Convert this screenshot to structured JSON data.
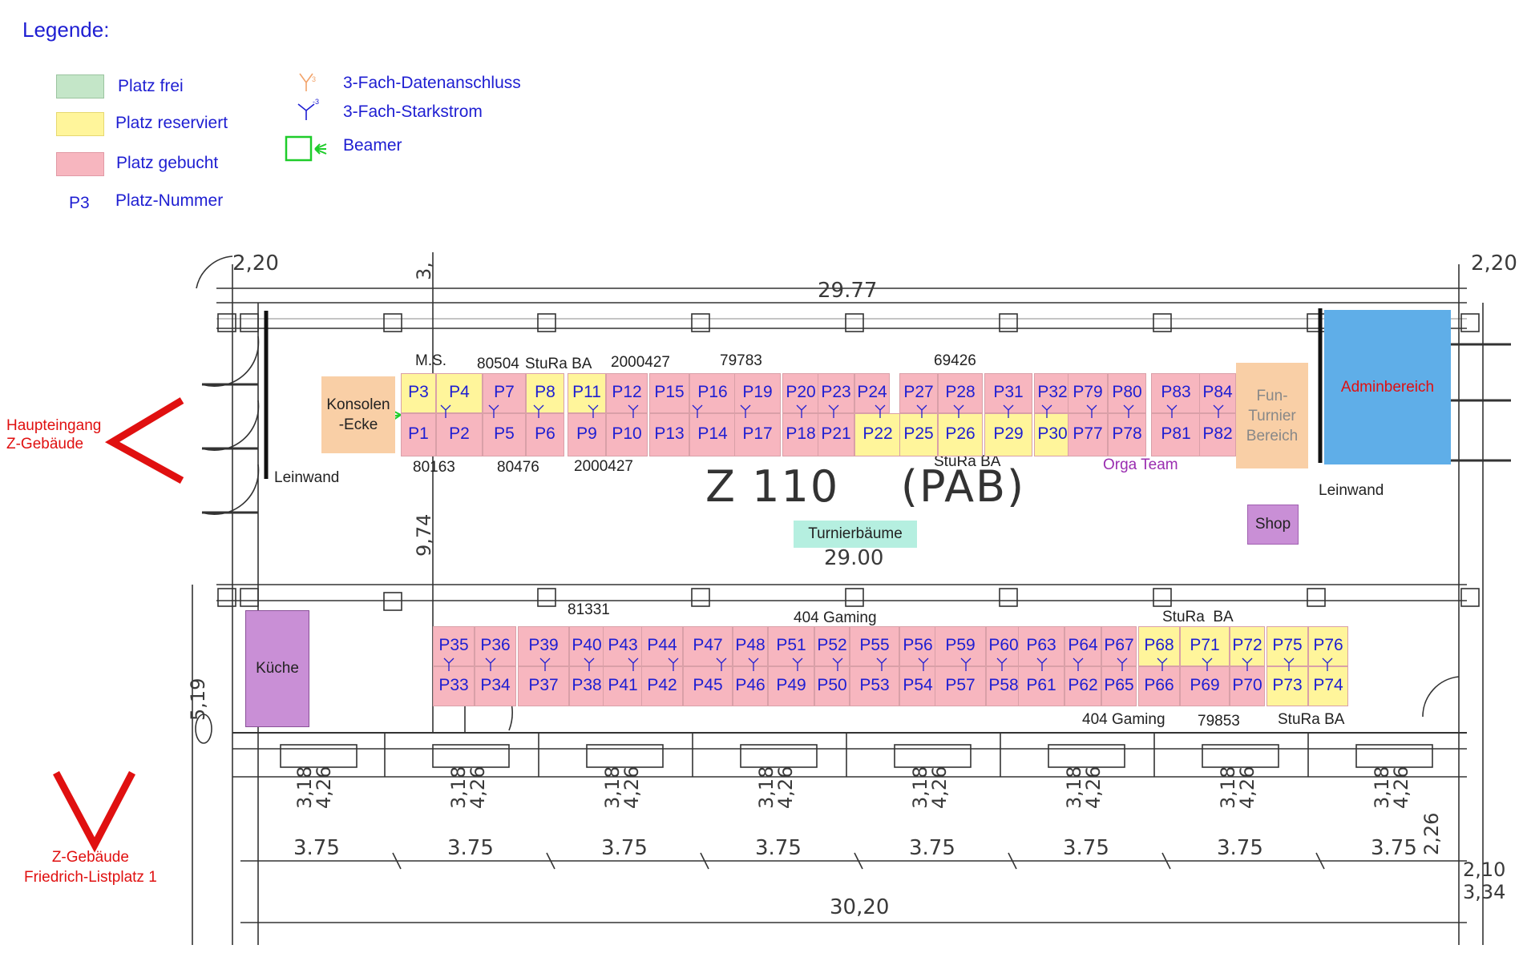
{
  "legend": {
    "title": "Legende:",
    "items": [
      {
        "label": "Platz frei",
        "color": "#c4e6c8"
      },
      {
        "label": "Platz reserviert",
        "color": "#fff59b"
      },
      {
        "label": "Platz gebucht",
        "color": "#f7b6bf"
      },
      {
        "symbol": "P3",
        "label": "Platz-Nummer"
      }
    ],
    "symbols": [
      {
        "icon": "data-port-icon",
        "label": "3-Fach-Datenanschluss"
      },
      {
        "icon": "power-outlet-icon",
        "label": "3-Fach-Starkstrom"
      },
      {
        "icon": "beamer-icon",
        "label": "Beamer"
      }
    ]
  },
  "entrances": {
    "main": "Haupteingang\nZ-Gebäude",
    "building": "Z-Gebäude\nFriedrich-Listplatz 1"
  },
  "room": {
    "name": "Z 110    (PAB)",
    "dims": {
      "top_width": "29.77",
      "inner_width": "29.00",
      "bottom_width": "30,20",
      "depth": "9,74",
      "wall": "5,19",
      "top_left": "2,20",
      "top_right": "2,20",
      "top_small": "3,",
      "right_a": "2,26",
      "right_b": "2,10",
      "right_c": "3,34",
      "window_a": "3,18",
      "window_b": "4,26",
      "bay": "3.75"
    }
  },
  "zones": {
    "konsolen": "Konsolen\n-Ecke",
    "fun": "Fun-\nTurnier\nBereich",
    "admin": "Adminbereich",
    "shop": "Shop",
    "kueche": "Küche",
    "turnier": "Turnierbäume",
    "leinwand_left": "Leinwand",
    "leinwand_right": "Leinwand"
  },
  "annotations": {
    "ms": "M.S.",
    "t1": "80504",
    "t2": "StuRa BA",
    "t3": "2000427",
    "t4": "79783",
    "t5": "69426",
    "b1": "80163",
    "b2": "80476",
    "b3": "2000427",
    "b4": "StuRa BA",
    "orga": "Orga Team",
    "l1": "81331",
    "l2": "404 Gaming",
    "l3": "StuRa  BA",
    "l4": "404 Gaming",
    "l5": "79853",
    "l6": "StuRa BA"
  },
  "seats": [
    {
      "label": "P3",
      "status": "reserviert"
    },
    {
      "label": "P4",
      "status": "reserviert"
    },
    {
      "label": "P7",
      "status": "gebucht"
    },
    {
      "label": "P8",
      "status": "reserviert"
    },
    {
      "label": "P11",
      "status": "reserviert"
    },
    {
      "label": "P12",
      "status": "gebucht"
    },
    {
      "label": "P15",
      "status": "gebucht"
    },
    {
      "label": "P16",
      "status": "gebucht"
    },
    {
      "label": "P19",
      "status": "gebucht"
    },
    {
      "label": "P20",
      "status": "gebucht"
    },
    {
      "label": "P23",
      "status": "gebucht"
    },
    {
      "label": "P24",
      "status": "gebucht"
    },
    {
      "label": "P27",
      "status": "gebucht"
    },
    {
      "label": "P28",
      "status": "gebucht"
    },
    {
      "label": "P31",
      "status": "gebucht"
    },
    {
      "label": "P32",
      "status": "gebucht"
    },
    {
      "label": "P79",
      "status": "gebucht"
    },
    {
      "label": "P80",
      "status": "gebucht"
    },
    {
      "label": "P83",
      "status": "gebucht"
    },
    {
      "label": "P84",
      "status": "gebucht"
    },
    {
      "label": "P1",
      "status": "gebucht"
    },
    {
      "label": "P2",
      "status": "gebucht"
    },
    {
      "label": "P5",
      "status": "gebucht"
    },
    {
      "label": "P6",
      "status": "gebucht"
    },
    {
      "label": "P9",
      "status": "gebucht"
    },
    {
      "label": "P10",
      "status": "gebucht"
    },
    {
      "label": "P13",
      "status": "gebucht"
    },
    {
      "label": "P14",
      "status": "gebucht"
    },
    {
      "label": "P17",
      "status": "gebucht"
    },
    {
      "label": "P18",
      "status": "gebucht"
    },
    {
      "label": "P21",
      "status": "gebucht"
    },
    {
      "label": "P22",
      "status": "reserviert"
    },
    {
      "label": "P25",
      "status": "reserviert"
    },
    {
      "label": "P26",
      "status": "reserviert"
    },
    {
      "label": "P29",
      "status": "reserviert"
    },
    {
      "label": "P30",
      "status": "reserviert"
    },
    {
      "label": "P77",
      "status": "gebucht"
    },
    {
      "label": "P78",
      "status": "gebucht"
    },
    {
      "label": "P81",
      "status": "gebucht"
    },
    {
      "label": "P82",
      "status": "gebucht"
    },
    {
      "label": "P35",
      "status": "gebucht"
    },
    {
      "label": "P36",
      "status": "gebucht"
    },
    {
      "label": "P39",
      "status": "gebucht"
    },
    {
      "label": "P40",
      "status": "gebucht"
    },
    {
      "label": "P43",
      "status": "gebucht"
    },
    {
      "label": "P44",
      "status": "gebucht"
    },
    {
      "label": "P47",
      "status": "gebucht"
    },
    {
      "label": "P48",
      "status": "gebucht"
    },
    {
      "label": "P51",
      "status": "gebucht"
    },
    {
      "label": "P52",
      "status": "gebucht"
    },
    {
      "label": "P55",
      "status": "gebucht"
    },
    {
      "label": "P56",
      "status": "gebucht"
    },
    {
      "label": "P59",
      "status": "gebucht"
    },
    {
      "label": "P60",
      "status": "gebucht"
    },
    {
      "label": "P63",
      "status": "gebucht"
    },
    {
      "label": "P64",
      "status": "gebucht"
    },
    {
      "label": "P67",
      "status": "gebucht"
    },
    {
      "label": "P68",
      "status": "reserviert"
    },
    {
      "label": "P71",
      "status": "reserviert"
    },
    {
      "label": "P72",
      "status": "reserviert"
    },
    {
      "label": "P75",
      "status": "reserviert"
    },
    {
      "label": "P76",
      "status": "reserviert"
    },
    {
      "label": "P33",
      "status": "gebucht"
    },
    {
      "label": "P34",
      "status": "gebucht"
    },
    {
      "label": "P37",
      "status": "gebucht"
    },
    {
      "label": "P38",
      "status": "gebucht"
    },
    {
      "label": "P41",
      "status": "gebucht"
    },
    {
      "label": "P42",
      "status": "gebucht"
    },
    {
      "label": "P45",
      "status": "gebucht"
    },
    {
      "label": "P46",
      "status": "gebucht"
    },
    {
      "label": "P49",
      "status": "gebucht"
    },
    {
      "label": "P50",
      "status": "gebucht"
    },
    {
      "label": "P53",
      "status": "gebucht"
    },
    {
      "label": "P54",
      "status": "gebucht"
    },
    {
      "label": "P57",
      "status": "gebucht"
    },
    {
      "label": "P58",
      "status": "gebucht"
    },
    {
      "label": "P61",
      "status": "gebucht"
    },
    {
      "label": "P62",
      "status": "gebucht"
    },
    {
      "label": "P65",
      "status": "gebucht"
    },
    {
      "label": "P66",
      "status": "gebucht"
    },
    {
      "label": "P69",
      "status": "gebucht"
    },
    {
      "label": "P70",
      "status": "gebucht"
    },
    {
      "label": "P73",
      "status": "reserviert"
    },
    {
      "label": "P74",
      "status": "reserviert"
    }
  ],
  "colors": {
    "frei": "#c4e6c8",
    "reserviert": "#fff59b",
    "gebucht": "#f7b6bf",
    "konsolen": "#f9cfa6",
    "admin": "#5faee8",
    "shop": "#c98fd6",
    "turnier": "#b5efe0",
    "label_blue": "#1e1ed2",
    "accent_red": "#e01010"
  }
}
